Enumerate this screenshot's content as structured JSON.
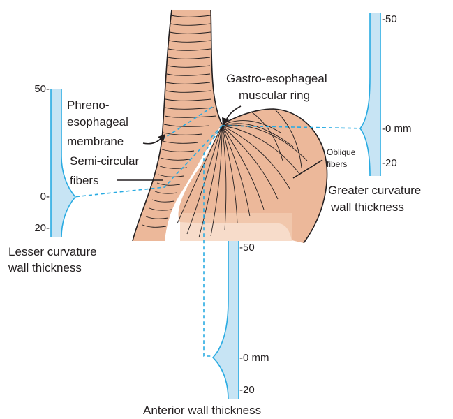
{
  "labels": {
    "gastro_line1": "Gastro-esophageal",
    "gastro_line2": "muscular ring",
    "phreno_line1": "Phreno-",
    "phreno_line2": "esophageal",
    "phreno_line3": "membrane",
    "semi_line1": "Semi-circular",
    "semi_line2": "fibers",
    "oblique_line1": "Oblique",
    "oblique_line2": "fibers",
    "greater_line1": "Greater curvature",
    "greater_line2": "wall thickness",
    "lesser_line1": "Lesser curvature",
    "lesser_line2": "wall thickness",
    "anterior_title": "Anterior wall thickness"
  },
  "lesser_scale": {
    "top": "50-",
    "mid": "0-",
    "bottom": "20-"
  },
  "greater_scale": {
    "top": "-50",
    "mid": "-0 mm",
    "bottom": "-20"
  },
  "anterior_scale": {
    "top": "-50",
    "mid": "-0 mm",
    "bottom": "-20"
  },
  "colors": {
    "tissue": "#ecb89a",
    "tissue_light": "#f3cdb3",
    "line": "#231f20",
    "profile": "#29abe2",
    "profile_fill": "#c7e4f4",
    "text": "#231f20"
  }
}
